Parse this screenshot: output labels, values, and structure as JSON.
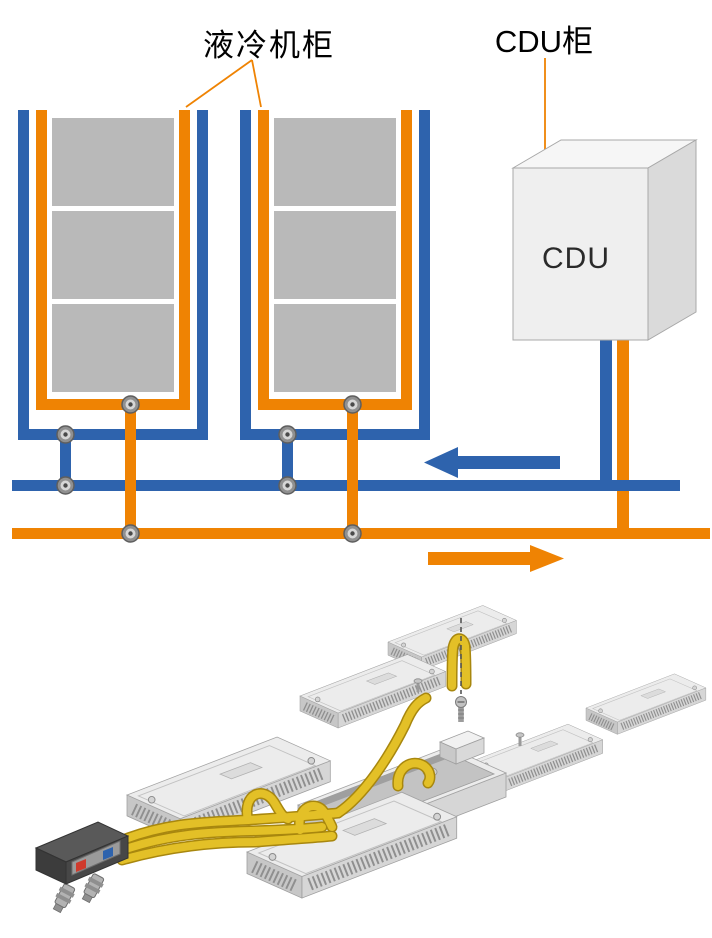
{
  "labels": {
    "cabinet_label": "液冷机柜",
    "cdu_cabinet_label": "CDU柜",
    "cdu_text": "CDU"
  },
  "colors": {
    "c-blue": "#2e63ad",
    "c-orange": "#ef8303",
    "c-server-gray": "#b9b9b9",
    "c-tube": "#e3c027",
    "c-tube-dark": "#a8870e"
  },
  "icons": {
    "valve": "valve-icon",
    "flow_left_arrow": "return-flow-arrow",
    "flow_right_arrow": "supply-flow-arrow"
  }
}
